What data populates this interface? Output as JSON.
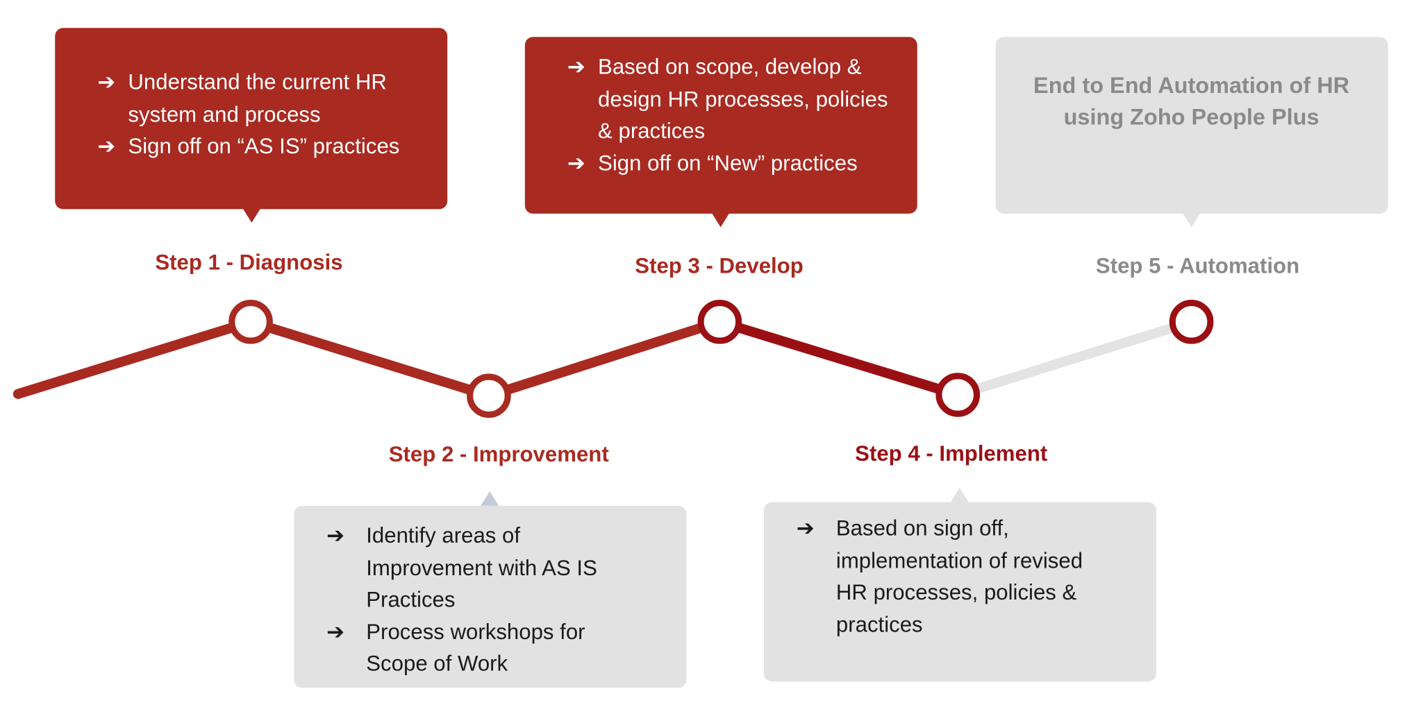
{
  "steps": [
    {
      "label": "Step 1 - Diagnosis",
      "items": [
        "Understand the current HR system and process",
        "Sign off on “AS IS” practices"
      ]
    },
    {
      "label": "Step 2 - Improvement",
      "items": [
        "Identify areas of Improvement with AS IS Practices",
        "Process workshops for Scope of Work"
      ]
    },
    {
      "label": "Step 3 - Develop",
      "items": [
        "Based on scope, develop & design HR processes, policies & practices",
        "Sign off on “New” practices"
      ]
    },
    {
      "label": "Step 4 - Implement",
      "items": [
        "Based on sign off, implementation of revised HR processes, policies & practices"
      ]
    },
    {
      "label": "Step 5 - Automation",
      "text": "End to End Automation of HR using Zoho People Plus"
    }
  ],
  "bullet_glyph": "➔",
  "colors": {
    "red": "#a82a21",
    "dark_red": "#9a0f14",
    "grey_box": "#e2e2e2",
    "grey_text": "#8a8a8a",
    "grey_line": "#e3e3e3"
  }
}
